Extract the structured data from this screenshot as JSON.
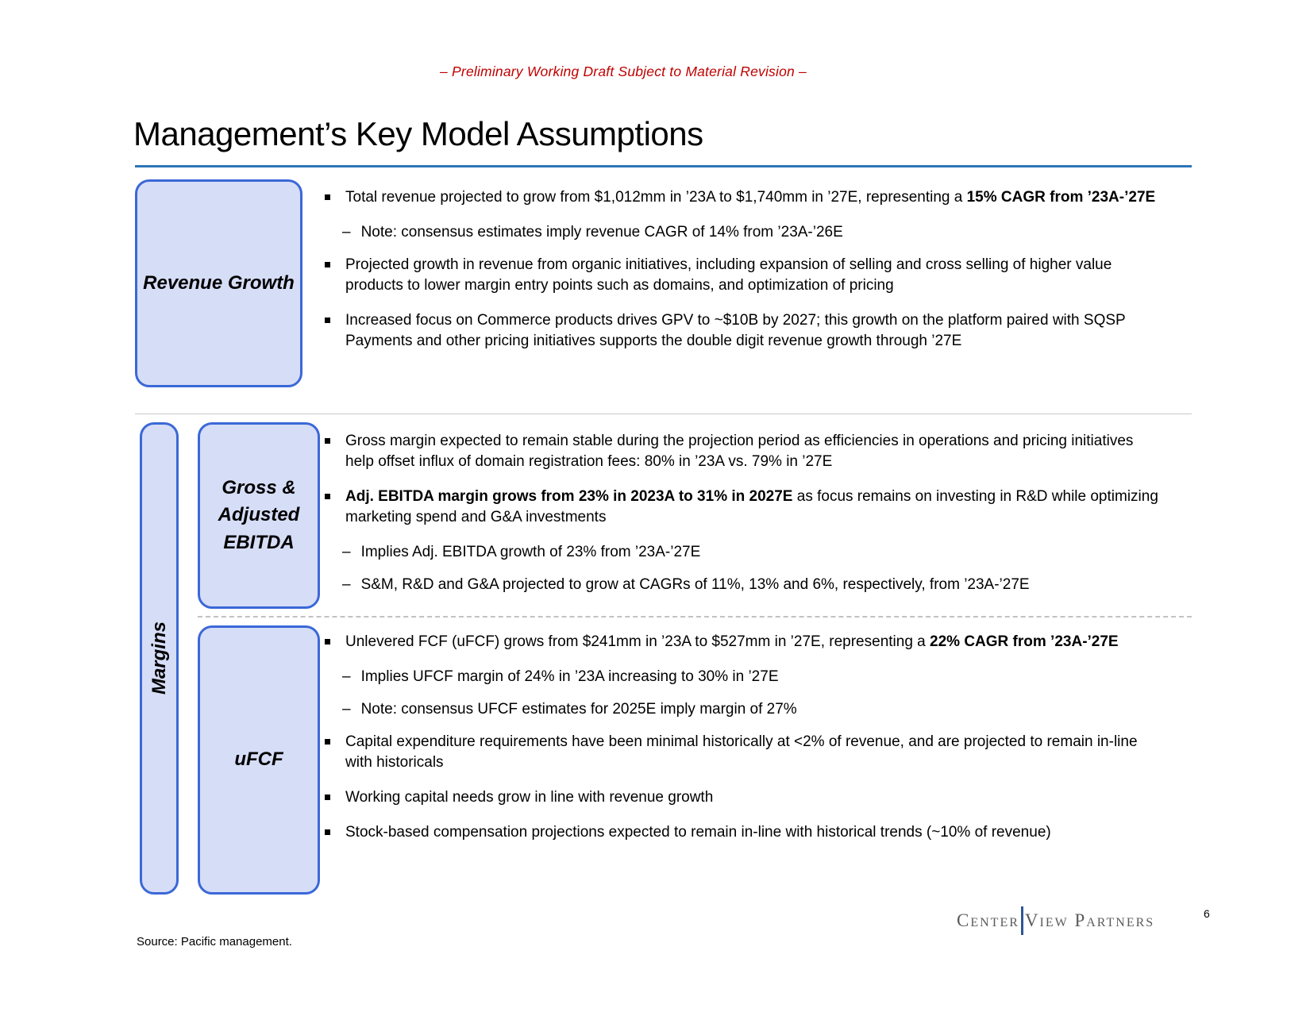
{
  "disclaimer": "– Preliminary Working Draft Subject to Material Revision –",
  "title": "Management’s Key Model Assumptions",
  "margins_label": "Margins",
  "colors": {
    "disclaimer_red": "#C00000",
    "title_rule_blue": "#2E75B6",
    "box_fill": "#D6DDF6",
    "box_border_blue": "#3B68D8",
    "divider_gray": "#C8C8C8",
    "logo_gray": "#5B5B5B",
    "logo_bar_blue": "#2F5597"
  },
  "sections": [
    {
      "label": "Revenue Growth",
      "bullets": [
        {
          "level": 1,
          "segments": [
            {
              "t": "Total revenue projected to grow from $1,012mm in ’23A to $1,740mm in ’27E, representing a ",
              "b": false
            },
            {
              "t": "15% CAGR from ’23A-’27E",
              "b": true
            }
          ]
        },
        {
          "level": 2,
          "segments": [
            {
              "t": "Note: consensus estimates imply revenue CAGR of 14% from ’23A-’26E",
              "b": false
            }
          ]
        },
        {
          "level": 1,
          "segments": [
            {
              "t": "Projected growth in revenue from organic initiatives, including expansion of selling and cross selling of higher value products to lower margin entry points such as domains, and optimization of pricing",
              "b": false
            }
          ]
        },
        {
          "level": 1,
          "segments": [
            {
              "t": "Increased focus on Commerce products drives GPV to ~$10B by 2027; this growth on the platform paired with SQSP Payments and other pricing initiatives supports the double digit revenue growth through ’27E",
              "b": false
            }
          ]
        }
      ]
    },
    {
      "label": "Gross & Adjusted EBITDA",
      "bullets": [
        {
          "level": 1,
          "segments": [
            {
              "t": "Gross margin expected to remain stable during the projection period as efficiencies in operations and pricing initiatives help offset influx of domain registration fees: 80% in ’23A vs. 79% in ’27E",
              "b": false
            }
          ]
        },
        {
          "level": 1,
          "segments": [
            {
              "t": "Adj. EBITDA margin grows from 23% in 2023A to 31% in 2027E",
              "b": true
            },
            {
              "t": " as focus remains on investing in R&D while optimizing marketing spend and G&A investments",
              "b": false
            }
          ]
        },
        {
          "level": 2,
          "segments": [
            {
              "t": "Implies Adj. EBITDA growth of 23% from ’23A-’27E",
              "b": false
            }
          ]
        },
        {
          "level": 2,
          "segments": [
            {
              "t": "S&M, R&D and G&A projected to grow at CAGRs of 11%, 13% and 6%, respectively, from ’23A-’27E",
              "b": false
            }
          ]
        }
      ]
    },
    {
      "label": "uFCF",
      "bullets": [
        {
          "level": 1,
          "segments": [
            {
              "t": "Unlevered FCF (uFCF) grows from $241mm in ’23A to $527mm in ’27E, representing a ",
              "b": false
            },
            {
              "t": "22% CAGR from ’23A-’27E",
              "b": true
            }
          ]
        },
        {
          "level": 2,
          "segments": [
            {
              "t": "Implies UFCF margin of 24% in ’23A increasing to 30% in ’27E",
              "b": false
            }
          ]
        },
        {
          "level": 2,
          "segments": [
            {
              "t": "Note: consensus UFCF estimates for 2025E imply margin of 27%",
              "b": false
            }
          ]
        },
        {
          "level": 1,
          "segments": [
            {
              "t": "Capital expenditure requirements have been minimal historically at <2% of revenue, and are projected to remain in-line with historicals",
              "b": false
            }
          ]
        },
        {
          "level": 1,
          "segments": [
            {
              "t": "Working capital needs grow in line with revenue growth",
              "b": false
            }
          ]
        },
        {
          "level": 1,
          "segments": [
            {
              "t": "Stock-based compensation projections expected to remain in-line with historical trends (~10% of revenue)",
              "b": false
            }
          ]
        }
      ]
    }
  ],
  "footer": {
    "source": "Source: Pacific management.",
    "logo_left": "Center",
    "logo_right": "View Partners",
    "page_number": "6"
  }
}
